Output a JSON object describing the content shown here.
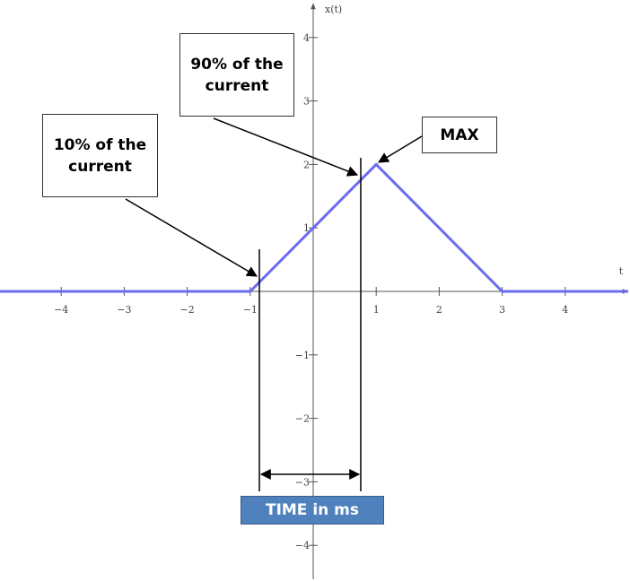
{
  "chart_data": {
    "type": "line",
    "xlabel": "t",
    "ylabel": "x(t)",
    "xlim": [
      -5,
      5
    ],
    "ylim": [
      -4.5,
      4.5
    ],
    "x_ticks": [
      -4,
      -3,
      -2,
      -1,
      1,
      2,
      3,
      4
    ],
    "y_ticks": [
      4,
      3,
      2,
      1,
      -1,
      -2,
      -3,
      -4
    ],
    "x_tick_labels": [
      "−4",
      "−3",
      "−2",
      "−1",
      "1",
      "2",
      "3",
      "4"
    ],
    "y_tick_labels": [
      "4",
      "3",
      "2",
      "1",
      "−1",
      "−2",
      "−3",
      "−4"
    ],
    "series": [
      {
        "x": [
          -5,
          -1,
          1,
          3,
          5
        ],
        "y": [
          0,
          0,
          2,
          0,
          0
        ]
      }
    ],
    "colors": {
      "series": "#6b6bf0",
      "axis": "#555555",
      "annotation": "#000000",
      "time_box": "#4f81bd"
    },
    "annotations": {
      "callout_10": "10% of the\ncurrent",
      "callout_90": "90% of the\ncurrent",
      "callout_max": "MAX",
      "time_label": "TIME in ms"
    }
  }
}
